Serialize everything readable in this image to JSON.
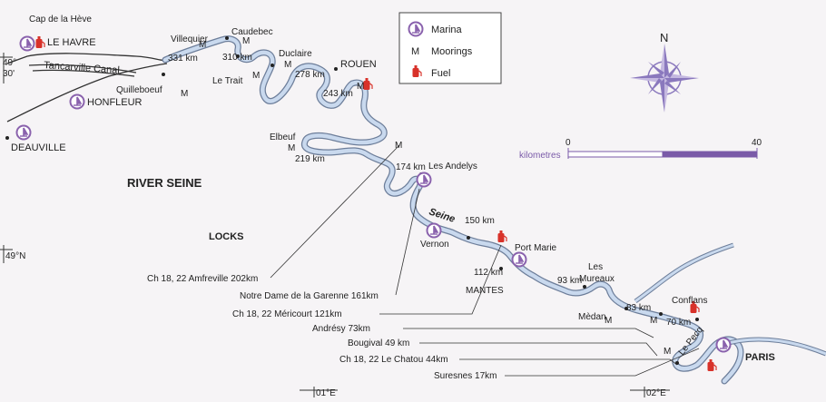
{
  "places": {
    "cap_de_la_heve": "Cap de la Hève",
    "le_havre": "LE HAVRE",
    "tancarville_canal": "Tancarville Canal",
    "quilleboeuf": "Quilleboeuf",
    "honfleur": "HONFLEUR",
    "deauville": "DEAUVILLE",
    "villequier": "Villequier",
    "caudebec": "Caudebec",
    "le_trait": "Le Trait",
    "duclaire": "Duclaire",
    "rouen": "ROUEN",
    "elbeuf": "Elbeuf",
    "les_andelys": "Les Andelys",
    "vernon": "Vernon",
    "port_marie": "Port Marie",
    "mantes": "MANTES",
    "les_mureaux": "Les Mureaux",
    "medan": "Mèdan",
    "conflans": "Conflans",
    "le_pecq": "Le Pecq",
    "paris": "PARIS",
    "river_seine": "RIVER SEINE",
    "seine": "Seine"
  },
  "distances": {
    "d331": "331 km",
    "d310": "310 km",
    "d278": "278 km",
    "d243": "243 km",
    "d219": "219 km",
    "d174": "174 km",
    "d150": "150 km",
    "d112": "112 km",
    "d93": "93 km",
    "d83": "83 km",
    "d70": "70 km"
  },
  "mooring_symbol": "M",
  "latlon": {
    "lat49_30_a": "49°",
    "lat49_30_b": "30'",
    "lat49": "49°N",
    "lon01": "01°E",
    "lon02": "02°E"
  },
  "locks": {
    "heading": "LOCKS",
    "items": [
      "Ch 18, 22 Amfreville 202km",
      "Notre Dame de la Garenne 161km",
      "Ch 18, 22 Méricourt 121km",
      "Andrésy 73km",
      "Bougival 49 km",
      "Ch 18, 22 Le Chatou 44km",
      "Suresnes 17km"
    ]
  },
  "legend": {
    "marina": "Marina",
    "moorings": "Moorings",
    "fuel": "Fuel",
    "mooring_symbol": "M"
  },
  "compass": {
    "north": "N"
  },
  "scale": {
    "label": "kilometres",
    "min": "0",
    "max": "40"
  },
  "colors": {
    "river": "#c9d9ee",
    "river_outline": "#6d7e9a",
    "marina": "#8a62ad",
    "fuel": "#d8322a",
    "compass": "#8a78bd",
    "scale_bar": "#7a5aa8",
    "sea": "#f6f4f6"
  }
}
